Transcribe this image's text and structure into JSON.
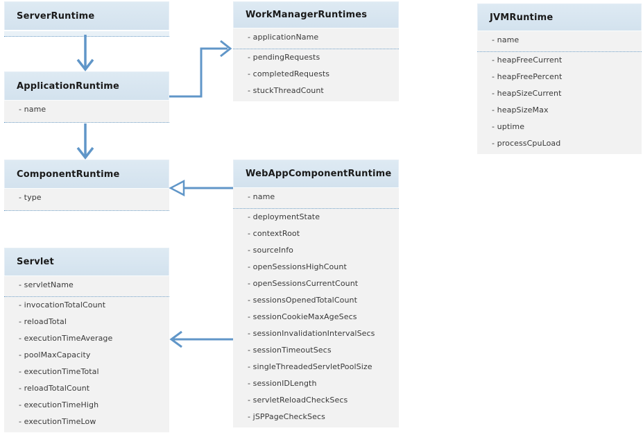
{
  "colors": {
    "header_fill": "#D7E4EF",
    "row_fill": "#F2F2F2",
    "separator_dotted": "#6E9FC7",
    "arrow": "#6096C8",
    "header_text": "#1A1A1A",
    "row_text": "#383838"
  },
  "boxes": {
    "server_runtime": {
      "title": "ServerRuntime"
    },
    "application_runtime": {
      "title": "ApplicationRuntime",
      "first_row": "- name"
    },
    "component_runtime": {
      "title": "ComponentRuntime",
      "first_row": "- type"
    },
    "servlet": {
      "title": "Servlet",
      "first_row": "- servletName",
      "rows": [
        "- invocationTotalCount",
        "- reloadTotal",
        "- executionTimeAverage",
        "- poolMaxCapacity",
        "- executionTimeTotal",
        "- reloadTotalCount",
        "- executionTimeHigh",
        "- executionTimeLow"
      ]
    },
    "work_manager_runtimes": {
      "title": "WorkManagerRuntimes",
      "first_row": "- applicationName",
      "rows": [
        "- pendingRequests",
        "- completedRequests",
        "- stuckThreadCount"
      ]
    },
    "web_app_component_runtime": {
      "title": "WebAppComponentRuntime",
      "first_row": "- name",
      "rows": [
        "- deploymentState",
        "- contextRoot",
        "- sourceInfo",
        "- openSessionsHighCount",
        "- openSessionsCurrentCount",
        "- sessionsOpenedTotalCount",
        "- sessionCookieMaxAgeSecs",
        "- sessionInvalidationIntervalSecs",
        "- sessionTimeoutSecs",
        "- singleThreadedServletPoolSize",
        "- sessionIDLength",
        "- servletReloadCheckSecs",
        "- jSPPageCheckSecs"
      ]
    },
    "jvm_runtime": {
      "title": "JVMRuntime",
      "first_row": "- name",
      "rows": [
        "- heapFreeCurrent",
        "- heapFreePercent",
        "- heapSizeCurrent",
        "- heapSizeMax",
        "- uptime",
        "- processCpuLoad"
      ]
    }
  },
  "relationships": [
    {
      "from": "ServerRuntime",
      "to": "ApplicationRuntime",
      "head": "open-arrow"
    },
    {
      "from": "ApplicationRuntime",
      "to": "WorkManagerRuntimes",
      "head": "open-arrow"
    },
    {
      "from": "ApplicationRuntime",
      "to": "ComponentRuntime",
      "head": "open-arrow"
    },
    {
      "from": "WebAppComponentRuntime",
      "to": "ComponentRuntime",
      "head": "hollow-triangle"
    },
    {
      "from": "WebAppComponentRuntime",
      "to": "Servlet",
      "head": "open-arrow"
    }
  ]
}
